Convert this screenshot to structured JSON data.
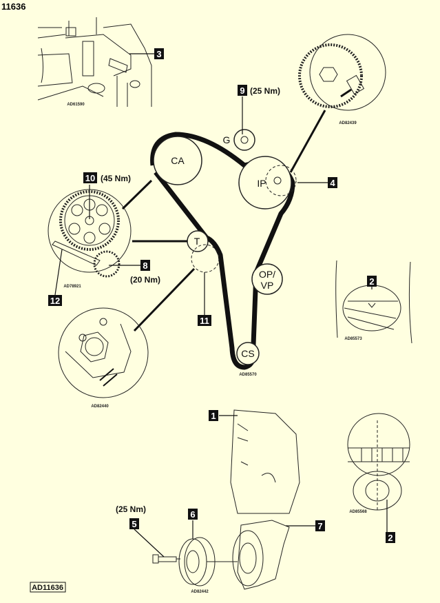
{
  "figure_number": "11636",
  "figure_ref": "AD11636",
  "pulleys": {
    "ca": "CA",
    "g": "G",
    "ip": "IP",
    "opvp_1": "OP/",
    "opvp_2": "VP",
    "cs": "CS",
    "t": "T"
  },
  "callouts": [
    {
      "num": "1"
    },
    {
      "num": "2"
    },
    {
      "num": "3"
    },
    {
      "num": "4"
    },
    {
      "num": "5",
      "torque": "(25 Nm)"
    },
    {
      "num": "6"
    },
    {
      "num": "7"
    },
    {
      "num": "8",
      "torque": "(20 Nm)"
    },
    {
      "num": "9",
      "torque": "(25 Nm)"
    },
    {
      "num": "10",
      "torque": "(45 Nm)"
    },
    {
      "num": "11"
    },
    {
      "num": "12"
    }
  ],
  "captions": {
    "camshaft_lock": "AD61590",
    "injection_pump": "AD82439",
    "camshaft_gear": "AD78921",
    "tensioner": "AD82440",
    "belt_layout": "AD85570",
    "crank_mark": "AD85573",
    "crank_gear": "AD85568",
    "crank_pulley": "AD82442"
  }
}
